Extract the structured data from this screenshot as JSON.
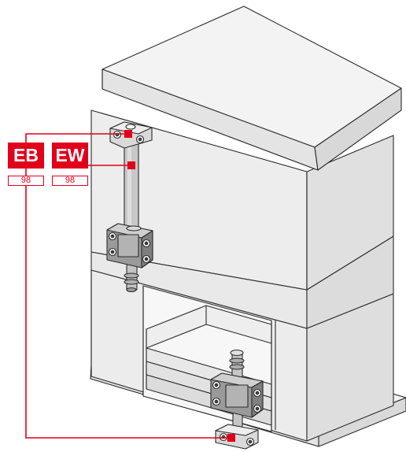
{
  "labels": {
    "eb": {
      "code": "EB",
      "number": "98"
    },
    "ew": {
      "code": "EW",
      "number": "98"
    }
  },
  "colors": {
    "accent": "#e2001a",
    "outline": "#2b2b2b",
    "plate_light": "#f3f3f3",
    "plate_mid": "#e6e6e6",
    "plate_dark": "#d6d6d6",
    "metal": "#bdbdbd",
    "metal_dark": "#8f8f8f"
  }
}
